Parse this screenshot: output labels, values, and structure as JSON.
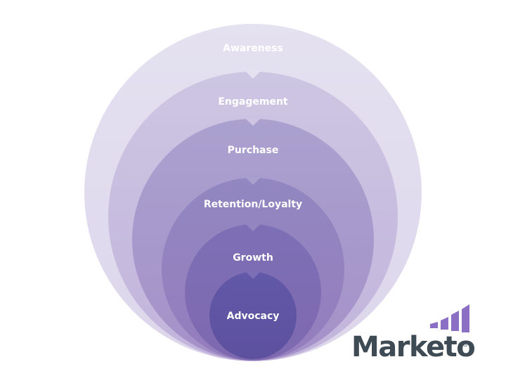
{
  "diagram": {
    "stages": [
      {
        "label": "Awareness",
        "color": "#e3e0ef"
      },
      {
        "label": "Engagement",
        "color": "#cac3e0"
      },
      {
        "label": "Purchase",
        "color": "#a79fcc"
      },
      {
        "label": "Retention/Loyalty",
        "color": "#8f84bf"
      },
      {
        "label": "Growth",
        "color": "#7b6db4"
      },
      {
        "label": "Advocacy",
        "color": "#5e54a4"
      }
    ]
  },
  "logo": {
    "text": "Marketo",
    "registered": "®",
    "bar_color": "#8b6fc5",
    "text_color": "#3e4a54"
  }
}
